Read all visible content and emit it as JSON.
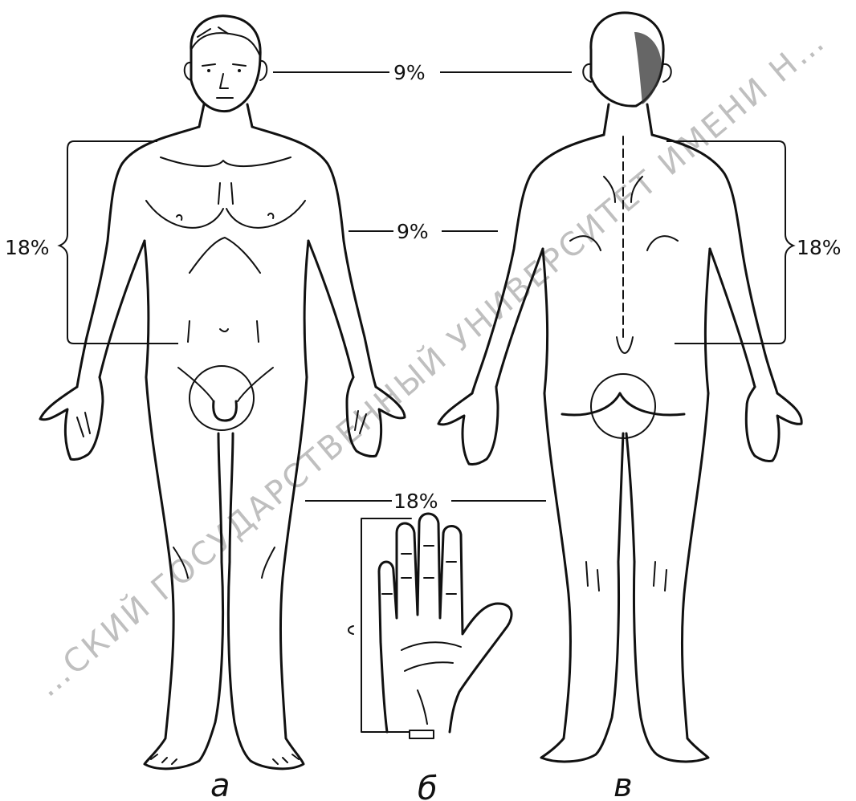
{
  "labels": {
    "head": "9%",
    "front_torso": "18%",
    "arm": "9%",
    "leg": "18%",
    "back_torso": "18%"
  },
  "panels": {
    "front": "а",
    "palm": "б",
    "back": "в"
  },
  "watermark": "…СКИЙ ГОСУДАРСТВЕННЫЙ УНИВЕРСИТЕТ ИМЕНИ Н…"
}
